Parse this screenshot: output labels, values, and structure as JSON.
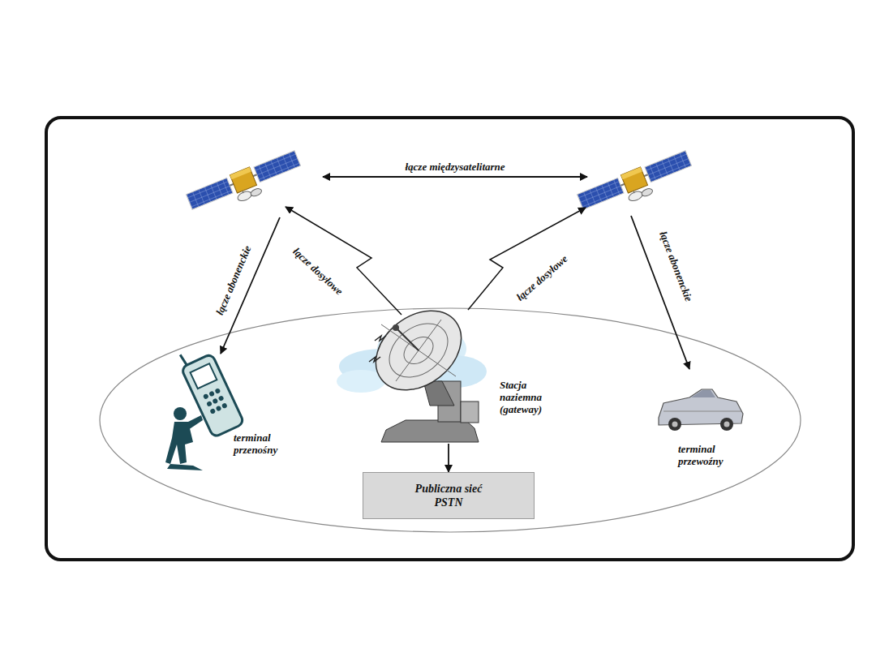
{
  "diagram": {
    "nodes": [
      {
        "text": [
          "Stacja naziemna (gateway)"
        ]
      },
      {
        "text": [
          "terminal przenośny"
        ]
      },
      {
        "text": [
          "terminal przewoźny"
        ]
      },
      {
        "text": [
          "Publiczna sieć PSTN"
        ]
      }
    ],
    "edges": [
      {
        "from": 0,
        "to": 3,
        "arrow": "to"
      }
    ],
    "labels": [
      "łącze międzysatelitarne",
      "łącze abonenckie",
      "łącze dosyłowe",
      "łącze dosyłowe",
      "łącze abonenckie"
    ]
  }
}
